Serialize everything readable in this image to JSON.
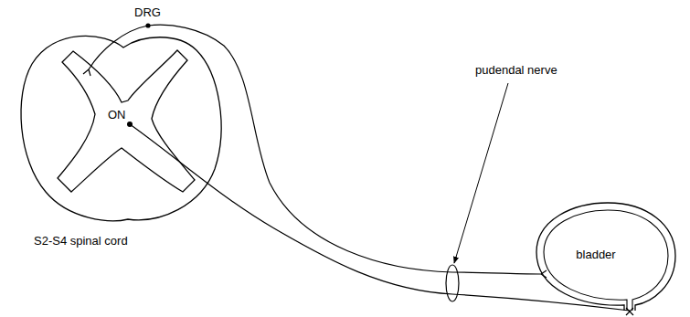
{
  "diagram": {
    "nodes": [
      {
        "text": [
          "bladder"
        ]
      }
    ],
    "labels": [
      "DRG",
      "ON",
      "pudendal nerve",
      "S2-S4 spinal cord"
    ]
  }
}
